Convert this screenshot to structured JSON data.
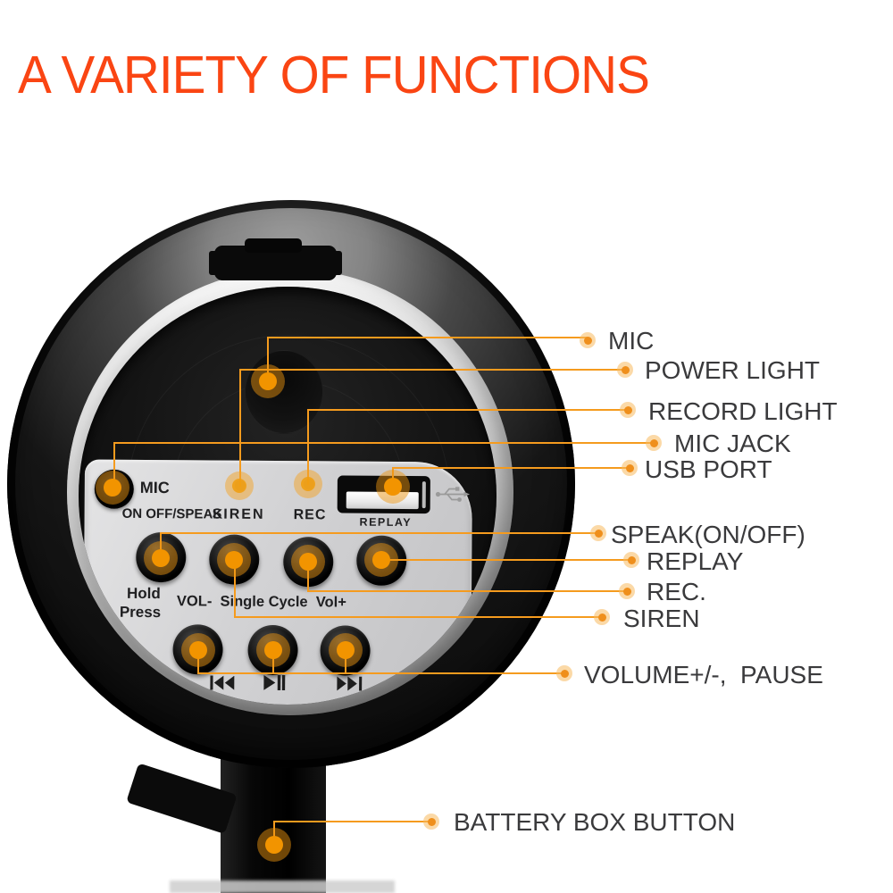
{
  "title": "A VARIETY OF FUNCTIONS",
  "callouts": [
    {
      "id": "mic",
      "label": "MIC"
    },
    {
      "id": "power-light",
      "label": "POWER LIGHT"
    },
    {
      "id": "record-light",
      "label": "RECORD LIGHT"
    },
    {
      "id": "mic-jack",
      "label": "MIC JACK"
    },
    {
      "id": "usb-port",
      "label": "USB PORT"
    },
    {
      "id": "speak-on-off",
      "label": "SPEAK(ON/OFF)"
    },
    {
      "id": "replay",
      "label": "REPLAY"
    },
    {
      "id": "rec",
      "label": "REC."
    },
    {
      "id": "siren",
      "label": "SIREN"
    },
    {
      "id": "volume-pause",
      "label": "VOLUME+/-,  PAUSE"
    },
    {
      "id": "battery-box",
      "label": "BATTERY BOX BUTTON"
    }
  ],
  "panel": {
    "mic_jack_label": "MIC",
    "speak_button_label": "ON OFF/SPEAK",
    "siren_button_label": "SIREN",
    "rec_button_label": "REC",
    "replay_button_label": "REPLAY",
    "hold_label": "Hold",
    "press_label": "Press",
    "volume_row_label": "VOL-  Single Cycle  Vol+"
  },
  "icons": {
    "usb": "usb-trident",
    "previous": "skip-to-start |◀◀",
    "play_pause": "play-pause ▶‖",
    "next": "skip-to-end ▶▶|"
  },
  "colors": {
    "title": "#FA4513",
    "callout_accent": "#F59B1E",
    "label_text": "#3A3A3C",
    "panel_bg": "#D2D2D4"
  }
}
